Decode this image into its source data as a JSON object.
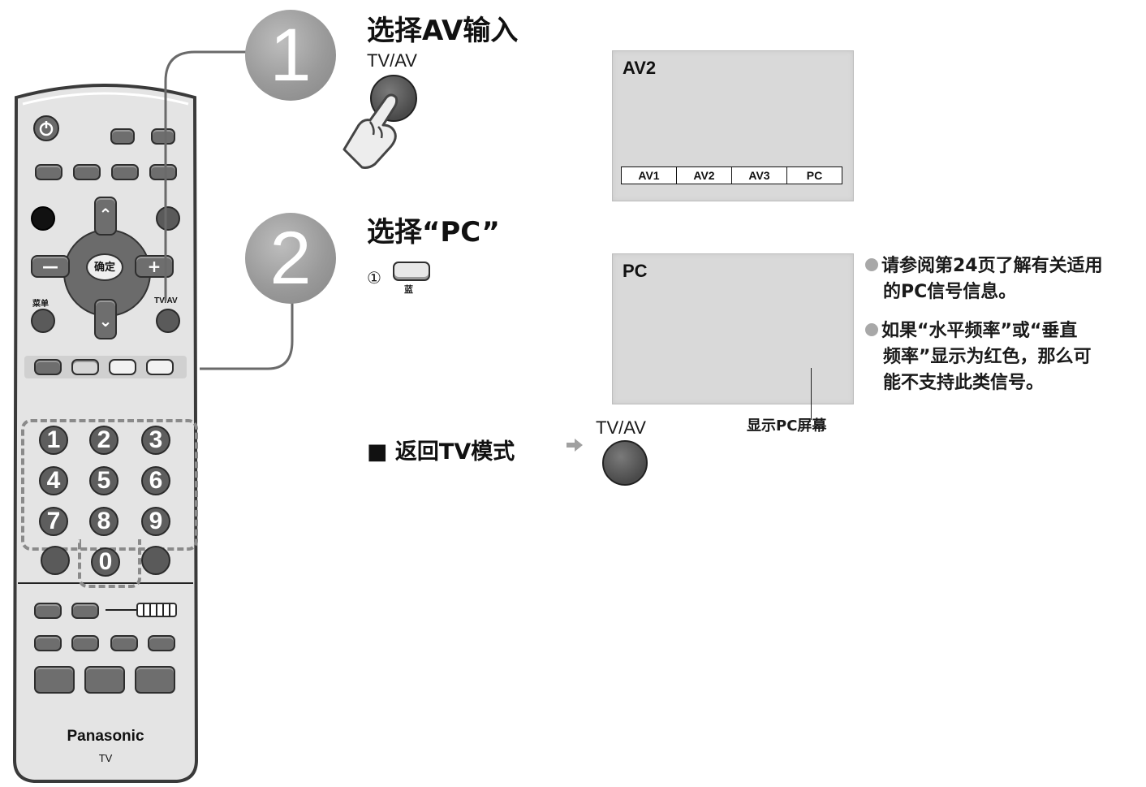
{
  "step1": {
    "number": "1",
    "title": "选择AV输入",
    "button_label": "TV/AV"
  },
  "step2": {
    "number": "2",
    "title": "选择“PC”",
    "circled_step": "①",
    "button_color_label": "蓝"
  },
  "screen_av": {
    "title": "AV2",
    "tabs": [
      "AV1",
      "AV2",
      "AV3",
      "PC"
    ]
  },
  "screen_pc": {
    "title": "PC",
    "caption": "显示PC屏幕"
  },
  "return_section": {
    "label": "■ 返回TV模式",
    "button_label": "TV/AV"
  },
  "notes": [
    {
      "line1": "请参阅第24页了解有关适用",
      "line2": "的PC信号信息。"
    },
    {
      "line1": "如果“水平频率”或“垂直",
      "line2": "频率”显示为红色，那么可",
      "line3": "能不支持此类信号。"
    }
  ],
  "remote": {
    "ok_label": "确定",
    "menu_label": "菜单",
    "tvav_label": "TV/AV",
    "numbers": [
      "1",
      "2",
      "3",
      "4",
      "5",
      "6",
      "7",
      "8",
      "9",
      "0"
    ],
    "brand": "Panasonic",
    "model": "TV"
  },
  "colors": {
    "step_circle": "#9a9a9a",
    "screen_bg": "#d9d9d9",
    "button_dark": "#4a4a4a",
    "bullet": "#a8a8a8"
  }
}
